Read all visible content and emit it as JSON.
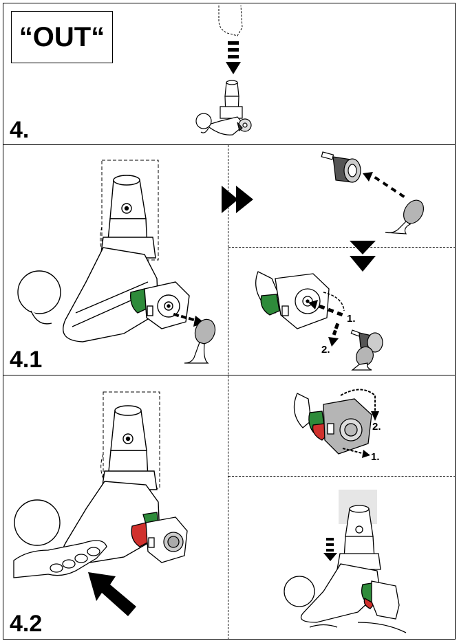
{
  "title": "“OUT“",
  "steps": {
    "step4": "4.",
    "step41": "4.1",
    "step42": "4.2"
  },
  "labels": {
    "p2_one": "1.",
    "p2_two": "2.",
    "p3_two": "2.",
    "p3_one": "1."
  },
  "colors": {
    "line": "#000000",
    "green": "#2e8b3a",
    "red": "#d0312d",
    "grey": "#b5b5b5",
    "light_grey": "#e6e6e6"
  }
}
